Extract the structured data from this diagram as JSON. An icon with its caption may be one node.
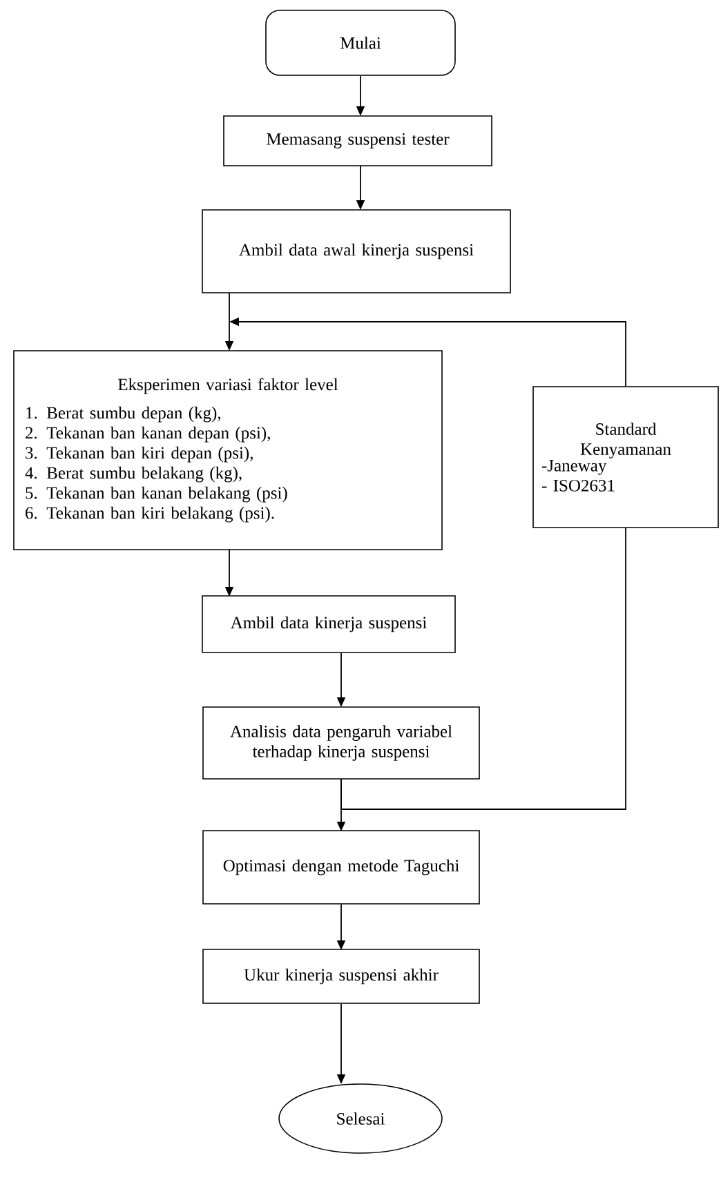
{
  "diagram": {
    "nodes": [
      {
        "text": [
          "Mulai"
        ]
      },
      {
        "text": [
          "Memasang suspensi tester"
        ]
      },
      {
        "text": [
          "Ambil data awal kinerja suspensi"
        ]
      },
      {
        "text": [
          "Eksperimen variasi faktor level",
          "1. Berat sumbu depan (kg),",
          "2. Tekanan ban kanan depan (psi),",
          "3. Tekanan ban kiri depan (psi),",
          "4. Berat sumbu belakang (kg),",
          "5. Tekanan ban kanan belakang (psi)",
          "6. Tekanan ban kiri belakang (psi)."
        ]
      },
      {
        "text": [
          "Standard Kenyamanan",
          "-Janeway",
          "- ISO2631"
        ]
      },
      {
        "text": [
          "Ambil data kinerja suspensi"
        ]
      },
      {
        "text": [
          "Analisis data pengaruh variabel terhadap kinerja suspensi"
        ]
      },
      {
        "text": [
          "Optimasi dengan metode Taguchi"
        ]
      },
      {
        "text": [
          "Ukur kinerja suspensi akhir"
        ]
      },
      {
        "text": [
          "Selesai"
        ]
      }
    ],
    "edges": [
      {
        "from": 0,
        "to": 1,
        "arrow": "to"
      },
      {
        "from": 1,
        "to": 2,
        "arrow": "to"
      },
      {
        "from": 2,
        "to": 3,
        "arrow": "to"
      },
      {
        "from": 4,
        "to": 3,
        "arrow": "to"
      },
      {
        "from": 3,
        "to": 5,
        "arrow": "to"
      },
      {
        "from": 5,
        "to": 6,
        "arrow": "to"
      },
      {
        "from": 6,
        "to": 7,
        "arrow": "to"
      },
      {
        "from": 6,
        "to": 4,
        "arrow": "none"
      },
      {
        "from": 7,
        "to": 8,
        "arrow": "to"
      },
      {
        "from": 8,
        "to": 9,
        "arrow": "to"
      }
    ]
  }
}
